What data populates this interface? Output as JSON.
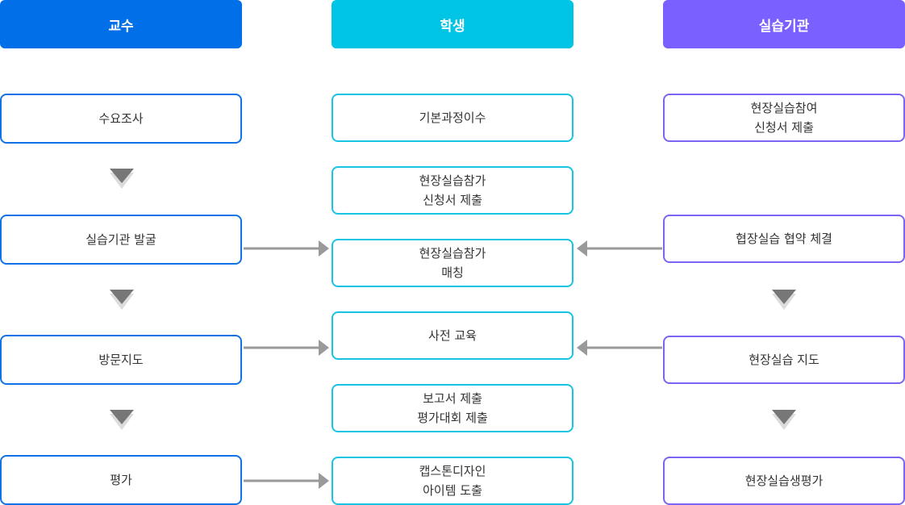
{
  "columns": {
    "professor": {
      "title": "교수",
      "color": "#006fe8"
    },
    "student": {
      "title": "학생",
      "color": "#00c4e4"
    },
    "institution": {
      "title": "실습기관",
      "color": "#7a61ff"
    }
  },
  "professor_steps": [
    [
      "수요조사"
    ],
    [
      "실습기관 발굴"
    ],
    [
      "방문지도"
    ],
    [
      "평가"
    ]
  ],
  "student_steps": [
    [
      "기본과정이수"
    ],
    [
      "현장실습참가",
      "신청서 제출"
    ],
    [
      "현장실습참가",
      "매칭"
    ],
    [
      "사전 교육"
    ],
    [
      "보고서 제출",
      "평가대회 제출"
    ],
    [
      "캡스톤디자인",
      "아이템 도출"
    ]
  ],
  "institution_steps": [
    [
      "현장실습참여",
      "신청서 제출"
    ],
    [
      "협장실습 협약 체결"
    ],
    [
      "현장실습 지도"
    ],
    [
      "현장실습생평가"
    ]
  ]
}
